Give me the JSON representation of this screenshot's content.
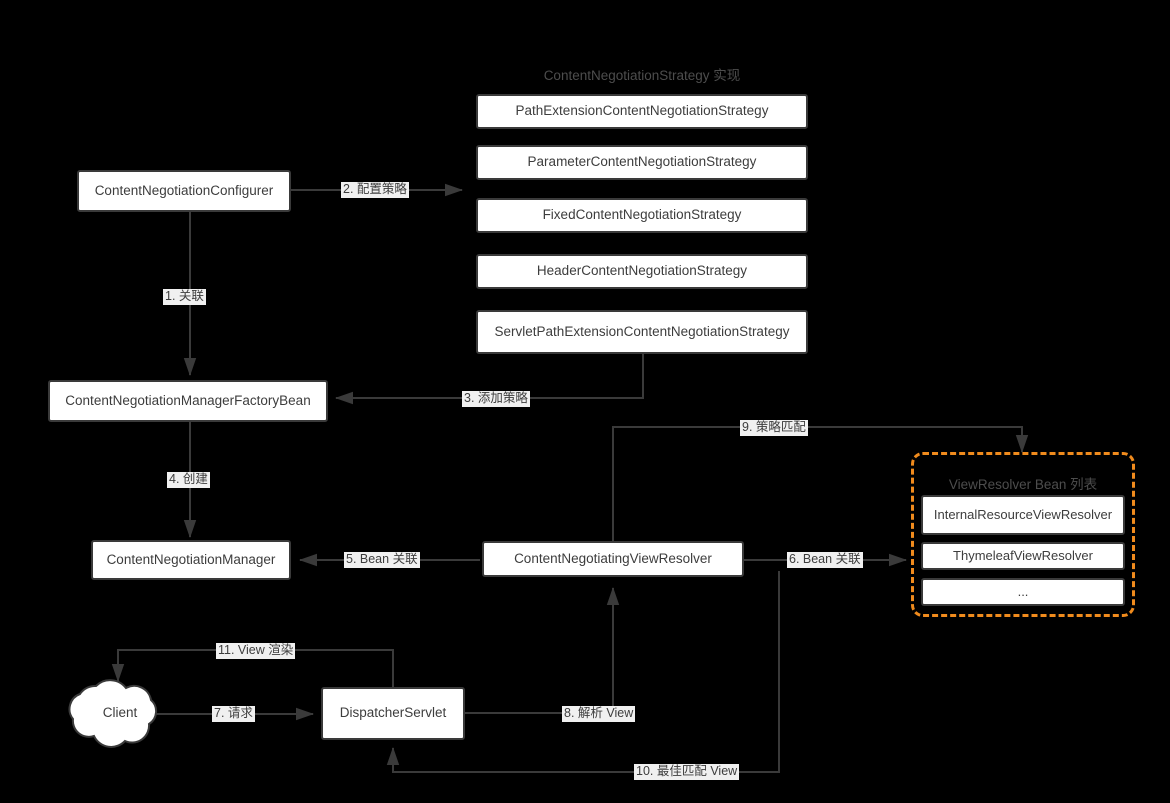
{
  "diagram": {
    "background_color": "#000000",
    "node_fill": "#ffffff",
    "node_stroke": "#3a3a3a",
    "accent_color": "#f08b1d",
    "label_bg": "#f0f0f0",
    "text_color": "#3d3d3d",
    "group_title_color": "#4d4d4d"
  },
  "strategy_group": {
    "title": "ContentNegotiationStrategy 实现",
    "items": [
      {
        "label": "PathExtensionContentNegotiationStrategy"
      },
      {
        "label": "ParameterContentNegotiationStrategy"
      },
      {
        "label": "FixedContentNegotiationStrategy"
      },
      {
        "label": "HeaderContentNegotiationStrategy"
      },
      {
        "label": "ServletPathExtensionContentNegotiationStrategy"
      }
    ]
  },
  "viewresolver_group": {
    "title": "ViewResolver Bean 列表",
    "items": [
      {
        "label": "InternalResourceViewResolver"
      },
      {
        "label": "ThymeleafViewResolver"
      },
      {
        "label": "..."
      }
    ]
  },
  "nodes": {
    "configurer": "ContentNegotiationConfigurer",
    "factory_bean": "ContentNegotiationManagerFactoryBean",
    "manager": "ContentNegotiationManager",
    "negotiating_view_resolver": "ContentNegotiatingViewResolver",
    "dispatcher_servlet": "DispatcherServlet",
    "client": "Client"
  },
  "edges": [
    {
      "id": "e1",
      "label": "1. 关联"
    },
    {
      "id": "e2",
      "label": "2. 配置策略"
    },
    {
      "id": "e3",
      "label": "3. 添加策略"
    },
    {
      "id": "e4",
      "label": "4. 创建"
    },
    {
      "id": "e5",
      "label": "5. Bean 关联"
    },
    {
      "id": "e6",
      "label": "6. Bean 关联"
    },
    {
      "id": "e7",
      "label": "7. 请求"
    },
    {
      "id": "e8",
      "label": "8. 解析 View"
    },
    {
      "id": "e9",
      "label": "9. 策略匹配"
    },
    {
      "id": "e10",
      "label": "10. 最佳匹配 View"
    },
    {
      "id": "e11",
      "label": "11. View 渲染"
    }
  ]
}
